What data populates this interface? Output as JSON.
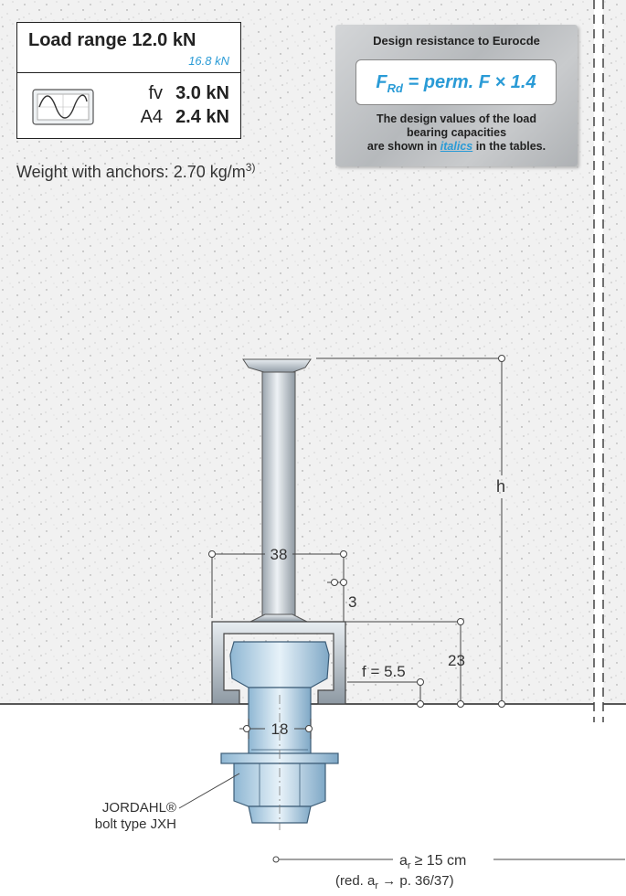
{
  "load_range": {
    "label": "Load range",
    "value": "12.0 kN",
    "design_value": "16.8 kN",
    "rows": [
      {
        "label": "fv",
        "value": "3.0 kN"
      },
      {
        "label": "A4",
        "value": "2.4 kN"
      }
    ],
    "icon": "sine-wave-icon"
  },
  "weight": {
    "text": "Weight with anchors: 2.70 kg/m",
    "footnote": "3)"
  },
  "design_box": {
    "heading": "Design resistance to Eurocde",
    "formula_lhs": "F",
    "formula_sub": "Rd",
    "formula_rhs": " = perm. F × 1.4",
    "note_line1": "The design values of the load",
    "note_line2": "bearing capacities",
    "note_pre": "are shown in ",
    "note_italic": "italics",
    "note_post": " in the tables."
  },
  "dimensions": {
    "width": "38",
    "offset": "3",
    "depth": "23",
    "f_label": "f = 5.5",
    "height": "h",
    "bolt": "18"
  },
  "bolt_label": {
    "line1": "JORDAHL®",
    "line2": "bolt type JXH"
  },
  "edge_distance": {
    "main": "≥ 15 cm",
    "a_r": "a",
    "a_sub": "r",
    "ref_pre": "(red. a",
    "ref_sub": "r",
    "ref_post": " → p. 36/37)"
  },
  "colors": {
    "accent": "#2a9bd6",
    "concrete": "#f1f1f1",
    "steel": "#c3cbd2"
  }
}
